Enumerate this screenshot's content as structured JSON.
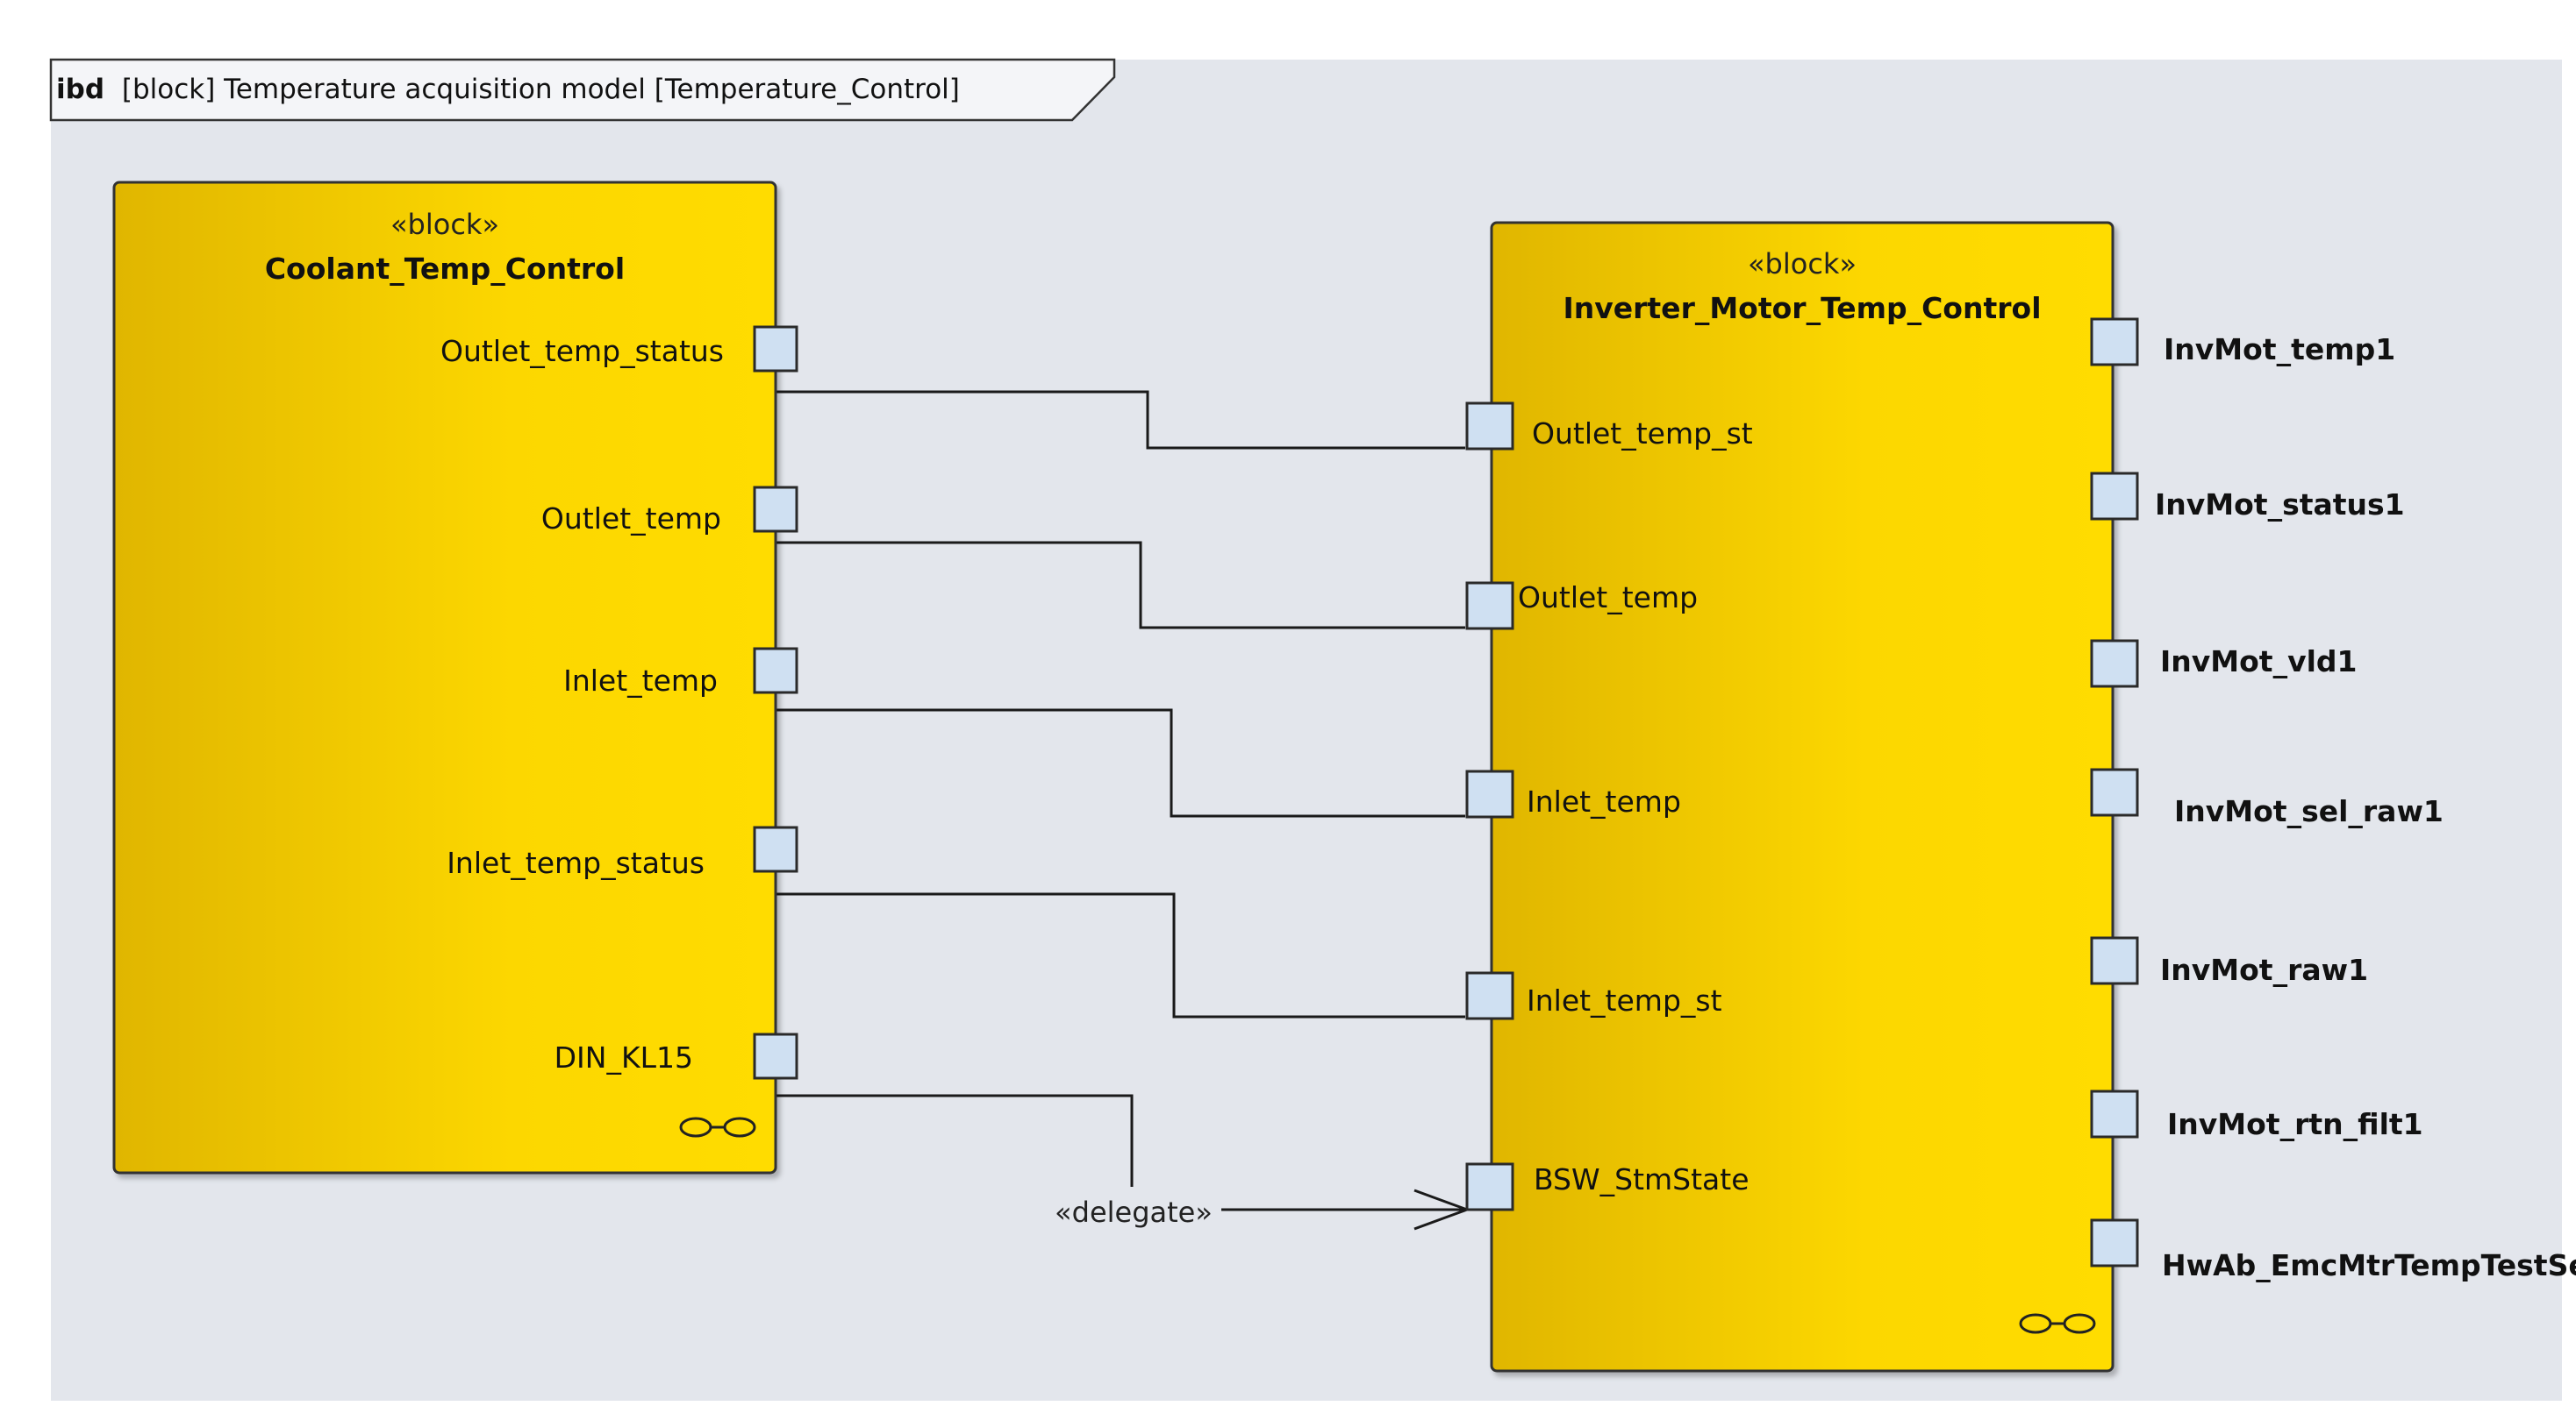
{
  "frame": {
    "kind": "ibd",
    "title": "[block] Temperature acquisition model [Temperature_Control]"
  },
  "blocks": [
    {
      "id": "coolant",
      "stereotype": "«block»",
      "name": "Coolant_Temp_Control",
      "ports": [
        "Outlet_temp_status",
        "Outlet_temp",
        "Inlet_temp",
        "Inlet_temp_status",
        "DIN_KL15"
      ]
    },
    {
      "id": "inverter",
      "stereotype": "«block»",
      "name": "Inverter_Motor_Temp_Control",
      "left_ports": [
        "Outlet_temp_st",
        "Outlet_temp",
        "Inlet_temp",
        "Inlet_temp_st",
        "BSW_StmState"
      ],
      "right_ports": [
        "InvMot_temp1",
        "InvMot_status1",
        "InvMot_vld1",
        "InvMot_sel_raw1",
        "InvMot_raw1",
        "InvMot_rtn_filt1",
        "HwAb_EmcMtrTempTestSel"
      ]
    }
  ],
  "connectors": [
    {
      "from": "Outlet_temp_status",
      "to": "Outlet_temp_st"
    },
    {
      "from": "Outlet_temp",
      "to": "Outlet_temp"
    },
    {
      "from": "Inlet_temp",
      "to": "Inlet_temp"
    },
    {
      "from": "Inlet_temp_status",
      "to": "Inlet_temp_st"
    },
    {
      "from": "DIN_KL15",
      "to": "BSW_StmState",
      "stereotype": "«delegate»"
    }
  ],
  "colors": {
    "background": "#e3e6ec",
    "block_fill_light": "#fdd800",
    "block_fill_dark": "#e0b800",
    "port_fill": "#cfe0f2"
  }
}
